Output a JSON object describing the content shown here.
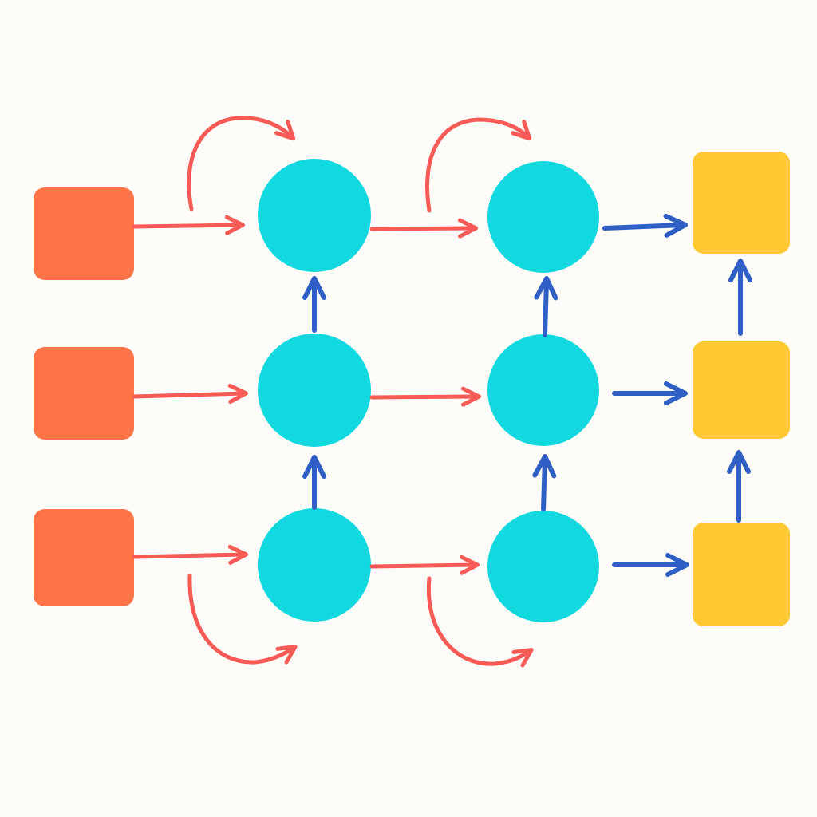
{
  "diagram": {
    "background": "#fdfcf8",
    "colors": {
      "input_node": "#ff7447",
      "hidden_node": "#12d8e0",
      "output_node": "#ffc933",
      "red_arrow": "#f85a55",
      "blue_arrow": "#2f5fc4"
    },
    "structure": {
      "input_nodes": 3,
      "hidden_columns": 2,
      "hidden_nodes_per_column": 3,
      "output_nodes": 3
    }
  }
}
